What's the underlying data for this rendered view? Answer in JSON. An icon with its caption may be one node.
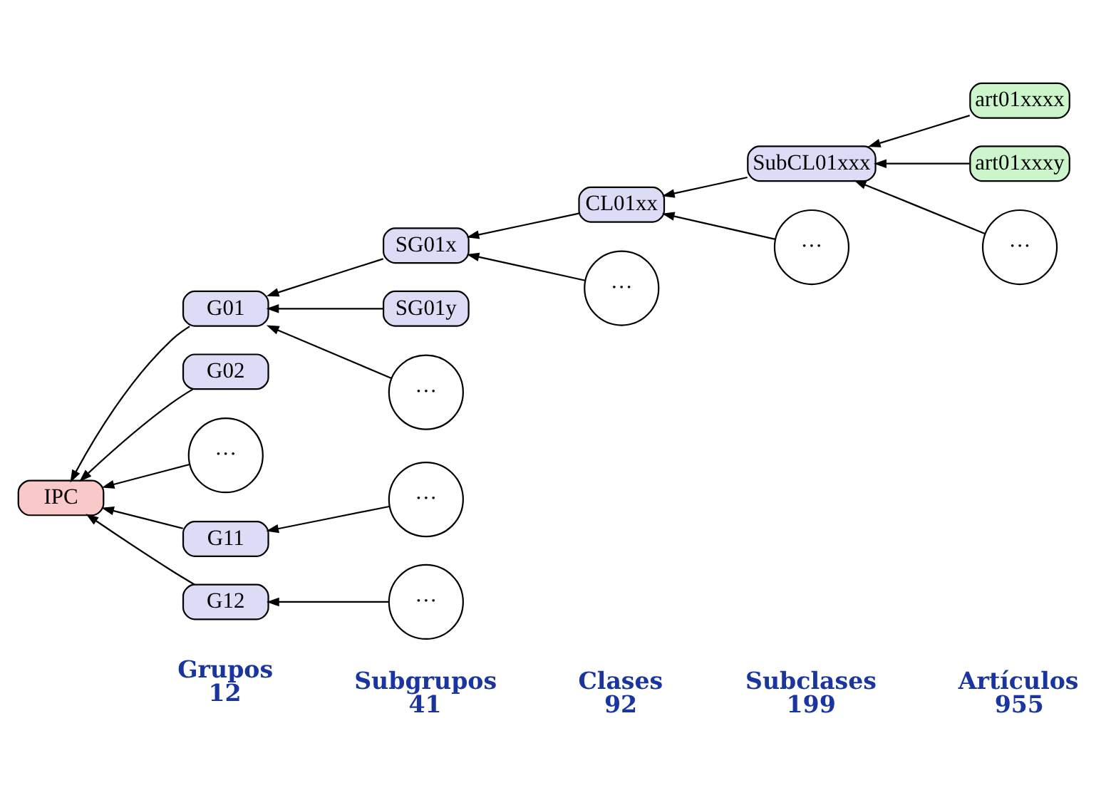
{
  "diagram": {
    "nodes": [
      {
        "text": [
          "IPC"
        ]
      },
      {
        "text": [
          "G01"
        ]
      },
      {
        "text": [
          "G02"
        ]
      },
      {
        "text": [
          "···"
        ]
      },
      {
        "text": [
          "G11"
        ]
      },
      {
        "text": [
          "G12"
        ]
      },
      {
        "text": [
          "SG01x"
        ]
      },
      {
        "text": [
          "SG01y"
        ]
      },
      {
        "text": [
          "···"
        ]
      },
      {
        "text": [
          "···"
        ]
      },
      {
        "text": [
          "···"
        ]
      },
      {
        "text": [
          "CL01xx"
        ]
      },
      {
        "text": [
          "···"
        ]
      },
      {
        "text": [
          "SubCL01xxx"
        ]
      },
      {
        "text": [
          "···"
        ]
      },
      {
        "text": [
          "art01xxxx"
        ]
      },
      {
        "text": [
          "art01xxxy"
        ]
      },
      {
        "text": [
          "···"
        ]
      }
    ],
    "edges": [
      {
        "from": 1,
        "to": 0,
        "arrow": "to"
      },
      {
        "from": 2,
        "to": 0,
        "arrow": "to"
      },
      {
        "from": 3,
        "to": 0,
        "arrow": "to"
      },
      {
        "from": 4,
        "to": 0,
        "arrow": "to"
      },
      {
        "from": 5,
        "to": 0,
        "arrow": "to"
      },
      {
        "from": 6,
        "to": 1,
        "arrow": "to"
      },
      {
        "from": 7,
        "to": 1,
        "arrow": "to"
      },
      {
        "from": 8,
        "to": 1,
        "arrow": "to"
      },
      {
        "from": 9,
        "to": 4,
        "arrow": "to"
      },
      {
        "from": 10,
        "to": 5,
        "arrow": "to"
      },
      {
        "from": 11,
        "to": 6,
        "arrow": "to"
      },
      {
        "from": 12,
        "to": 6,
        "arrow": "to"
      },
      {
        "from": 13,
        "to": 11,
        "arrow": "to"
      },
      {
        "from": 14,
        "to": 11,
        "arrow": "to"
      },
      {
        "from": 15,
        "to": 13,
        "arrow": "to"
      },
      {
        "from": 16,
        "to": 13,
        "arrow": "to"
      },
      {
        "from": 17,
        "to": 13,
        "arrow": "to"
      }
    ],
    "labels": [
      "Grupos 12",
      "Subgrupos 41",
      "Clases 92",
      "Subclases 199",
      "Artículos 955"
    ]
  }
}
